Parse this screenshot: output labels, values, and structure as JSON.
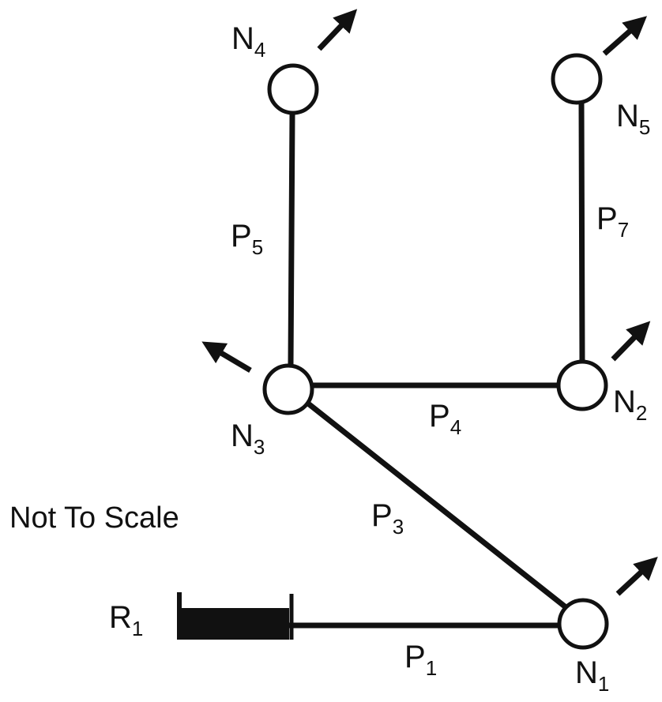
{
  "note": "Not To Scale",
  "reservoir": {
    "id": "R1",
    "letter": "R",
    "sub": "1"
  },
  "nodes": [
    {
      "id": "N1",
      "letter": "N",
      "sub": "1",
      "demand_arrow": "up-right"
    },
    {
      "id": "N2",
      "letter": "N",
      "sub": "2",
      "demand_arrow": "up-right"
    },
    {
      "id": "N3",
      "letter": "N",
      "sub": "3",
      "demand_arrow": "up-left"
    },
    {
      "id": "N4",
      "letter": "N",
      "sub": "4",
      "demand_arrow": "up-right"
    },
    {
      "id": "N5",
      "letter": "N",
      "sub": "5",
      "demand_arrow": "up-right"
    }
  ],
  "pipes": [
    {
      "id": "P1",
      "letter": "P",
      "sub": "1",
      "from": "R1",
      "to": "N1"
    },
    {
      "id": "P3",
      "letter": "P",
      "sub": "3",
      "from": "N3",
      "to": "N1"
    },
    {
      "id": "P4",
      "letter": "P",
      "sub": "4",
      "from": "N3",
      "to": "N2"
    },
    {
      "id": "P5",
      "letter": "P",
      "sub": "5",
      "from": "N3",
      "to": "N4"
    },
    {
      "id": "P7",
      "letter": "P",
      "sub": "7",
      "from": "N2",
      "to": "N5"
    }
  ],
  "colors": {
    "stroke": "#111111",
    "background": "#ffffff"
  }
}
